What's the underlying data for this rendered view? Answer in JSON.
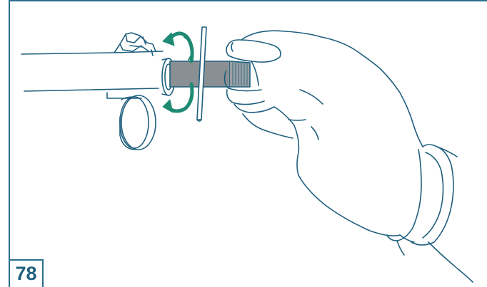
{
  "step": {
    "number": "78"
  },
  "colors": {
    "frame": "#2a6f8e",
    "line_art": "#1f5f7e",
    "rotation_arrows": "#1f8a72",
    "rod_fill": "#8a8f93",
    "background": "#ffffff"
  },
  "illustration": {
    "elements": [
      "tube",
      "clamp-fitting",
      "ring-mount",
      "threaded-rod",
      "pin",
      "gloved-hand",
      "rotation-arrows"
    ]
  }
}
